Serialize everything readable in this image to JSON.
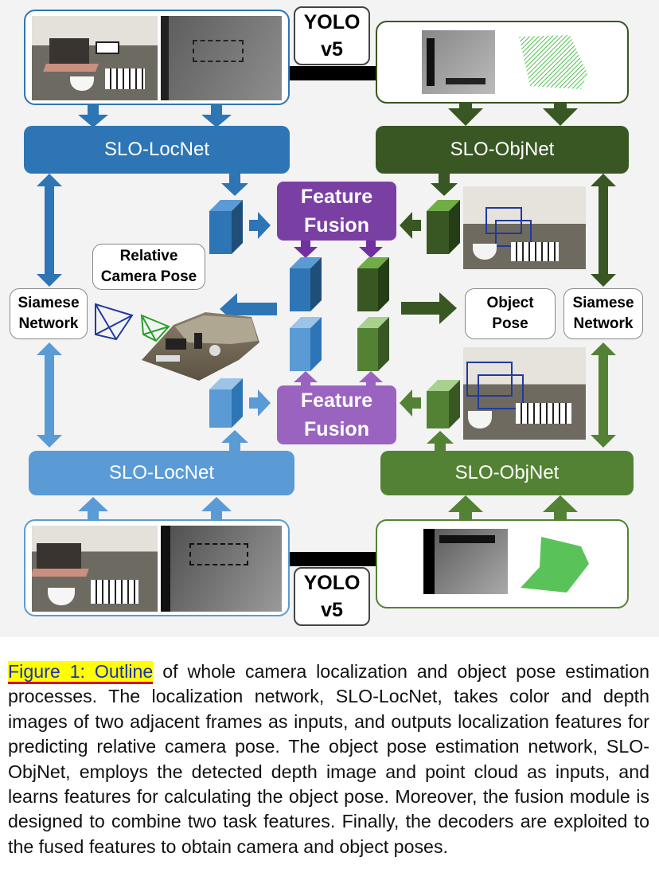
{
  "diagram": {
    "yolo_top": {
      "line1": "YOLO",
      "line2": "v5"
    },
    "yolo_bottom": {
      "line1": "YOLO",
      "line2": "v5"
    },
    "locnet_top": "SLO-LocNet",
    "locnet_bottom": "SLO-LocNet",
    "objnet_top": "SLO-ObjNet",
    "objnet_bottom": "SLO-ObjNet",
    "fusion_top": {
      "line1": "Feature",
      "line2": "Fusion"
    },
    "fusion_bottom": {
      "line1": "Feature",
      "line2": "Fusion"
    },
    "relative_camera_pose": {
      "line1": "Relative",
      "line2": "Camera Pose"
    },
    "object_pose": {
      "line1": "Object",
      "line2": "Pose"
    },
    "siamese_left": {
      "line1": "Siamese",
      "line2": "Network"
    },
    "siamese_right": {
      "line1": "Siamese",
      "line2": "Network"
    },
    "colors": {
      "loc_dark": "#2e75b6",
      "loc_light": "#5b9bd5",
      "obj_dark": "#385723",
      "obj_light": "#548235",
      "fusion": "#7030a0"
    }
  },
  "caption": {
    "link_text": "Figure 1: Outline",
    "body": " of whole camera localization and object pose estimation processes. The localization network, SLO-LocNet, takes color and depth images of two adjacent frames as inputs, and outputs localization features for predicting relative camera pose. The object pose estimation network, SLO-ObjNet, employs the detected depth image and point cloud as inputs, and learns features for calculating the object pose. Moreover, the fusion module is designed to combine two task features. Finally, the decoders are exploited to the fused features to obtain camera and object poses."
  }
}
